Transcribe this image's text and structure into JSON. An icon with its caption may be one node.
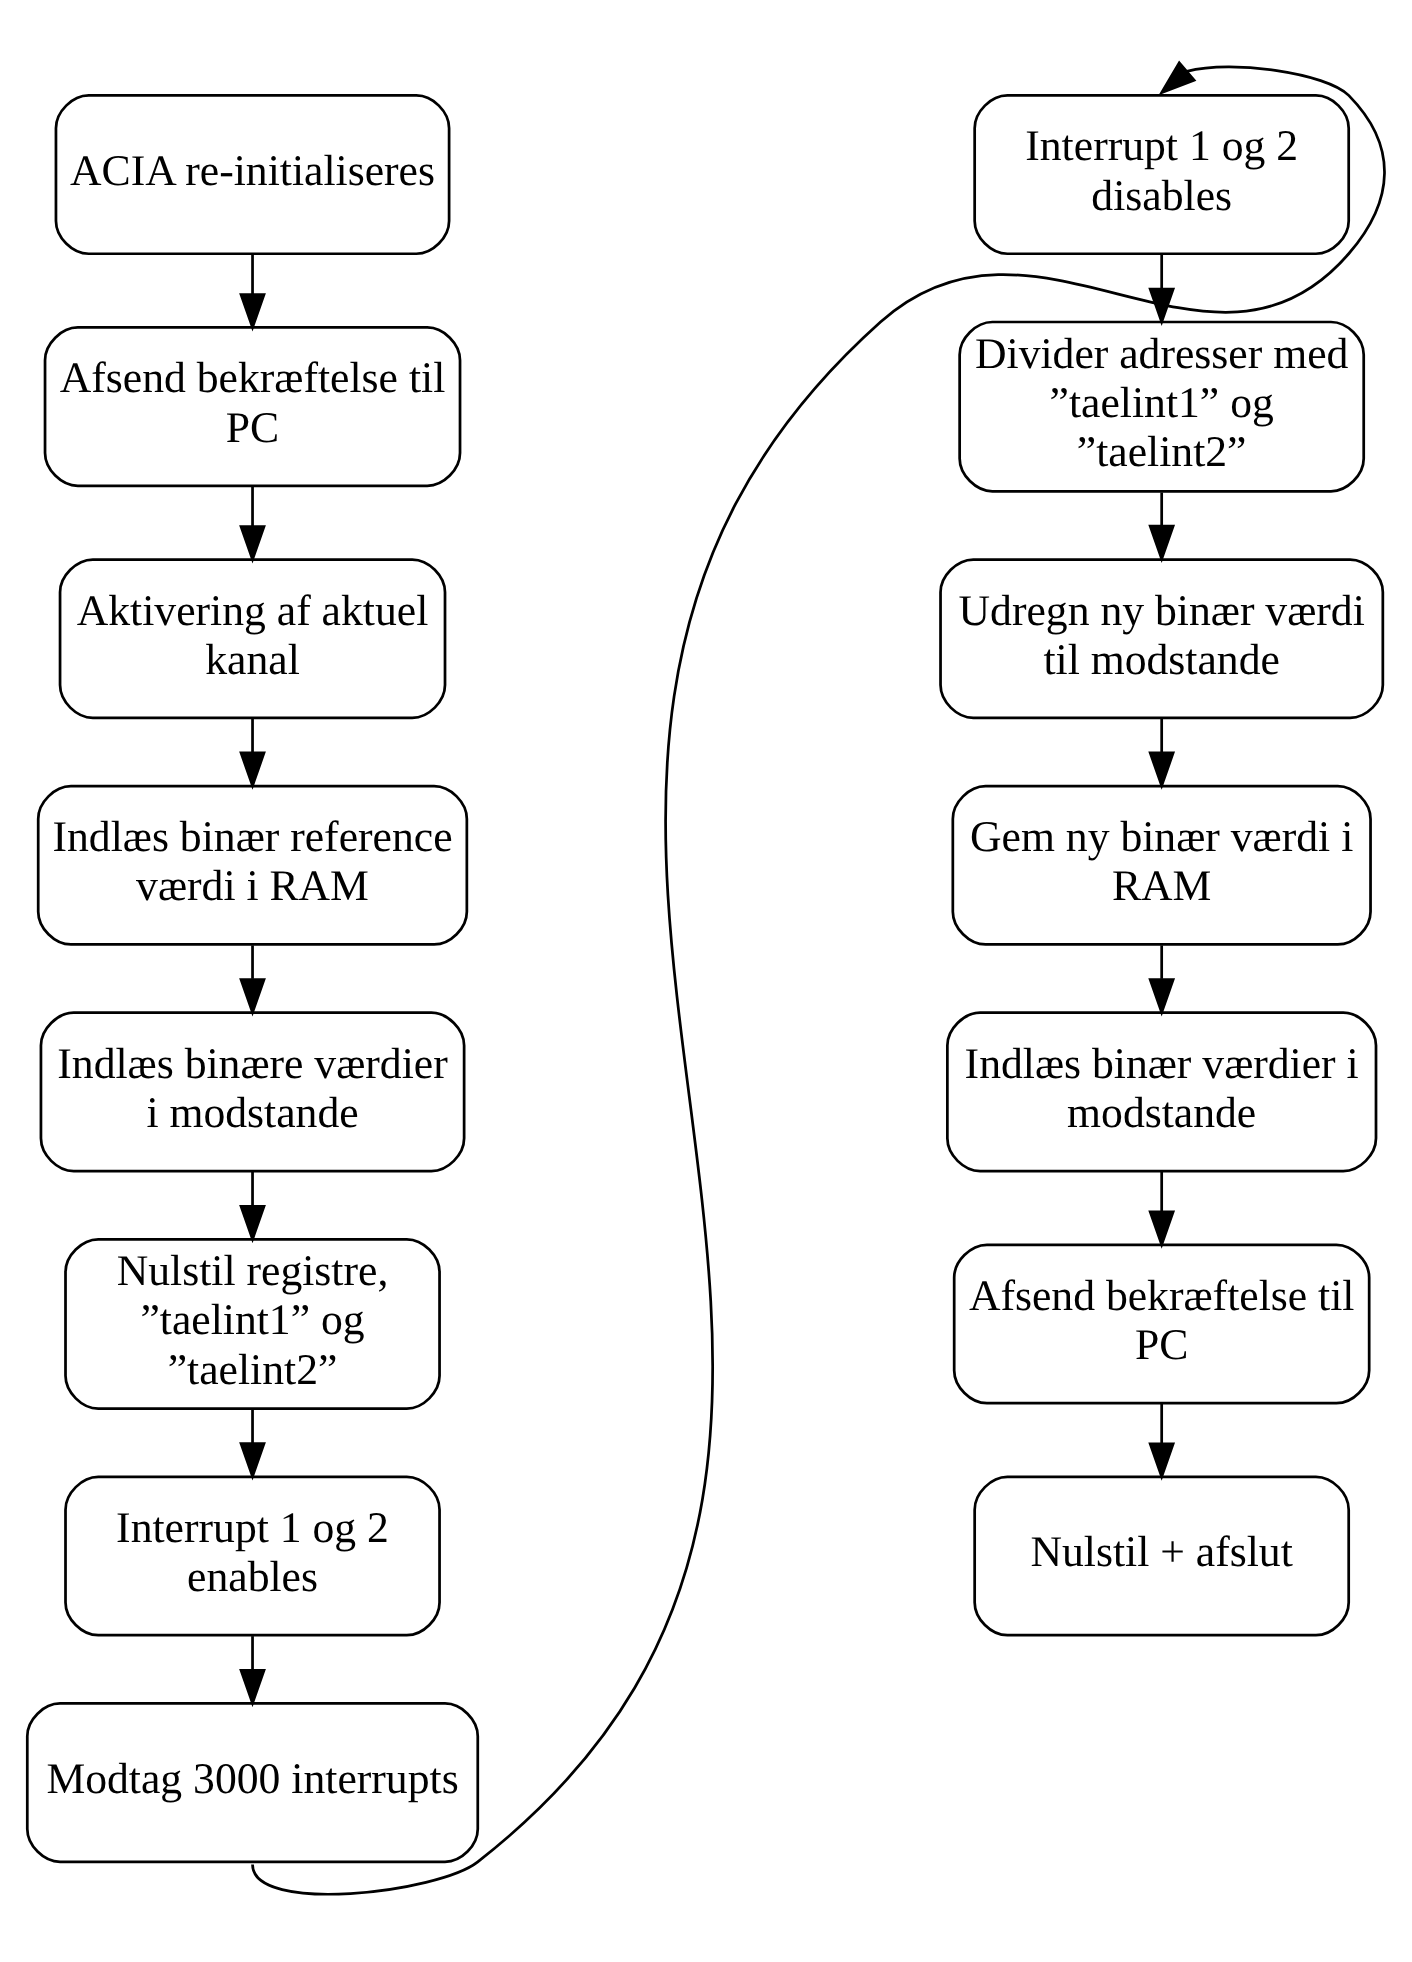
{
  "diagram": {
    "nodes": [
      {
        "text": [
          "ACIA re-initialiseres"
        ]
      },
      {
        "text": [
          "Afsend bekræftelse til PC"
        ]
      },
      {
        "text": [
          "Aktivering af aktuel kanal"
        ]
      },
      {
        "text": [
          "Indlæs binær reference værdi i RAM"
        ]
      },
      {
        "text": [
          "Indlæs binære værdier i modstande"
        ]
      },
      {
        "text": [
          "Nulstil registre, ”taelint1” og ”taelint2”"
        ]
      },
      {
        "text": [
          "Interrupt 1 og 2 enables"
        ]
      },
      {
        "text": [
          "Modtag 3000 interrupts"
        ]
      },
      {
        "text": [
          "Interrupt 1 og 2 disables"
        ]
      },
      {
        "text": [
          "Divider adresser med ”taelint1” og ”taelint2”"
        ]
      },
      {
        "text": [
          "Udregn ny binær værdi til modstande"
        ]
      },
      {
        "text": [
          "Gem ny binær værdi i RAM"
        ]
      },
      {
        "text": [
          "Indlæs binær værdier i modstande"
        ]
      },
      {
        "text": [
          "Afsend bekræftelse til PC"
        ]
      },
      {
        "text": [
          "Nulstil + afslut"
        ]
      }
    ],
    "edges": [
      {
        "from": 0,
        "to": 1,
        "arrow": "to"
      },
      {
        "from": 1,
        "to": 2,
        "arrow": "to"
      },
      {
        "from": 2,
        "to": 3,
        "arrow": "to"
      },
      {
        "from": 3,
        "to": 4,
        "arrow": "to"
      },
      {
        "from": 4,
        "to": 5,
        "arrow": "to"
      },
      {
        "from": 5,
        "to": 6,
        "arrow": "to"
      },
      {
        "from": 6,
        "to": 7,
        "arrow": "to"
      },
      {
        "from": 7,
        "to": 8,
        "arrow": "to"
      },
      {
        "from": 8,
        "to": 9,
        "arrow": "to"
      },
      {
        "from": 9,
        "to": 10,
        "arrow": "to"
      },
      {
        "from": 10,
        "to": 11,
        "arrow": "to"
      },
      {
        "from": 11,
        "to": 12,
        "arrow": "to"
      },
      {
        "from": 12,
        "to": 13,
        "arrow": "to"
      },
      {
        "from": 13,
        "to": 14,
        "arrow": "to"
      }
    ]
  }
}
